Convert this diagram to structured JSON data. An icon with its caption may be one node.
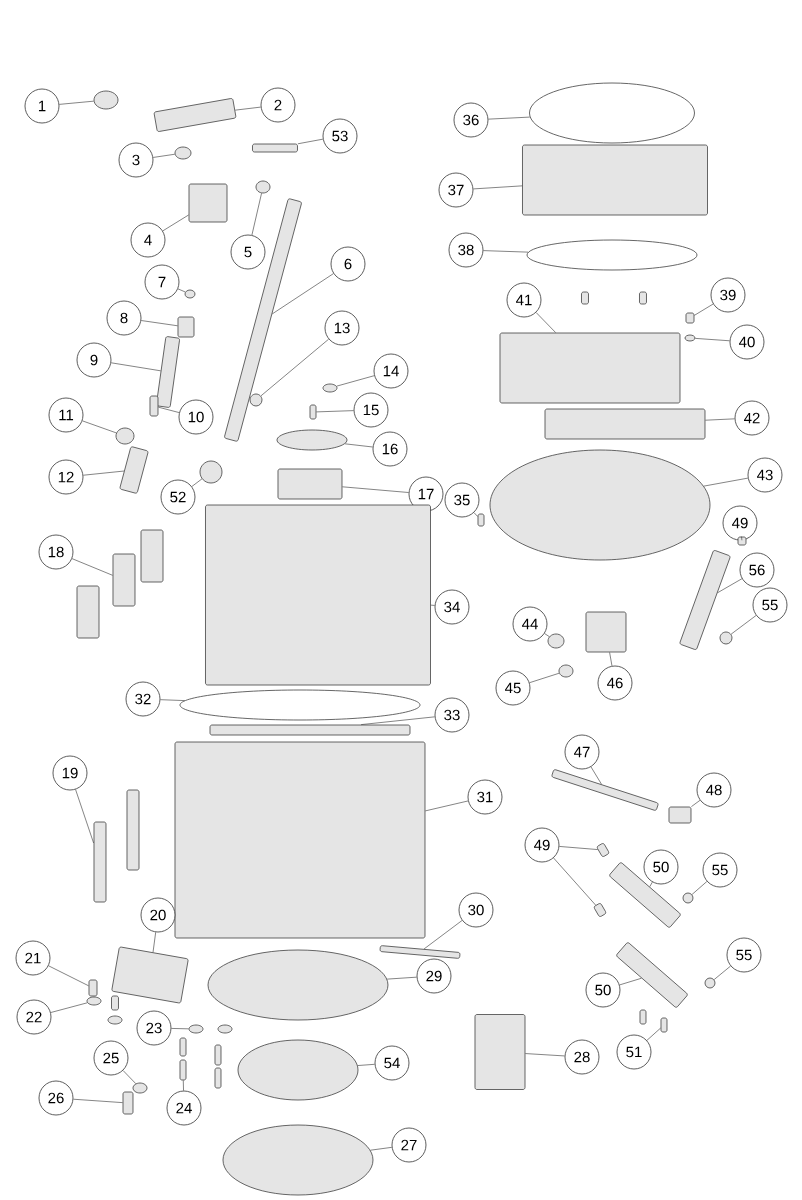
{
  "diagram": {
    "nodes": [
      {
        "text": [
          "1"
        ]
      },
      {
        "text": [],
        "shape": "circle"
      },
      {
        "text": [
          "2"
        ]
      },
      {
        "text": [],
        "shape": "box"
      },
      {
        "text": [
          "53"
        ]
      },
      {
        "text": [],
        "shape": "box"
      },
      {
        "text": [
          "3"
        ]
      },
      {
        "text": [],
        "shape": "circle"
      },
      {
        "text": [
          "4"
        ]
      },
      {
        "text": [],
        "shape": "box"
      },
      {
        "text": [
          "5"
        ]
      },
      {
        "text": [],
        "shape": "circle"
      },
      {
        "text": [
          "6"
        ]
      },
      {
        "text": [],
        "shape": "box"
      },
      {
        "text": [
          "7"
        ]
      },
      {
        "text": [],
        "shape": "circle"
      },
      {
        "text": [
          "8"
        ]
      },
      {
        "text": [],
        "shape": "box"
      },
      {
        "text": [
          "9"
        ]
      },
      {
        "text": [],
        "shape": "box"
      },
      {
        "text": [
          "10"
        ]
      },
      {
        "text": [],
        "shape": "box"
      },
      {
        "text": [
          "11"
        ]
      },
      {
        "text": [],
        "shape": "circle"
      },
      {
        "text": [
          "12"
        ]
      },
      {
        "text": [],
        "shape": "box"
      },
      {
        "text": [
          "13"
        ]
      },
      {
        "text": [],
        "shape": "circle"
      },
      {
        "text": [
          "14"
        ]
      },
      {
        "text": [],
        "shape": "circle"
      },
      {
        "text": [
          "15"
        ]
      },
      {
        "text": [],
        "shape": "box"
      },
      {
        "text": [
          "16"
        ]
      },
      {
        "text": [],
        "shape": "circle"
      },
      {
        "text": [
          "17"
        ]
      },
      {
        "text": [],
        "shape": "box"
      },
      {
        "text": [
          "52"
        ]
      },
      {
        "text": [],
        "shape": "circle"
      },
      {
        "text": [
          "18"
        ]
      },
      {
        "text": [],
        "shape": "box"
      },
      {
        "text": [
          "34"
        ]
      },
      {
        "text": [],
        "shape": "box"
      },
      {
        "text": [
          "32"
        ]
      },
      {
        "text": [],
        "shape": "circle"
      },
      {
        "text": [
          "33"
        ]
      },
      {
        "text": [],
        "shape": "box"
      },
      {
        "text": [
          "31"
        ]
      },
      {
        "text": [],
        "shape": "box"
      },
      {
        "text": [
          "19"
        ]
      },
      {
        "text": [],
        "shape": "box"
      },
      {
        "text": [
          "20"
        ]
      },
      {
        "text": [],
        "shape": "box"
      },
      {
        "text": [
          "21"
        ]
      },
      {
        "text": [],
        "shape": "box"
      },
      {
        "text": [
          "22"
        ]
      },
      {
        "text": [],
        "shape": "circle"
      },
      {
        "text": [
          "23"
        ]
      },
      {
        "text": [],
        "shape": "circle"
      },
      {
        "text": [
          "24"
        ]
      },
      {
        "text": [],
        "shape": "box"
      },
      {
        "text": [
          "25"
        ]
      },
      {
        "text": [],
        "shape": "circle"
      },
      {
        "text": [
          "26"
        ]
      },
      {
        "text": [],
        "shape": "box"
      },
      {
        "text": [
          "29"
        ]
      },
      {
        "text": [],
        "shape": "circle"
      },
      {
        "text": [
          "30"
        ]
      },
      {
        "text": [],
        "shape": "box"
      },
      {
        "text": [
          "54"
        ]
      },
      {
        "text": [],
        "shape": "circle"
      },
      {
        "text": [
          "27"
        ]
      },
      {
        "text": [],
        "shape": "circle"
      },
      {
        "text": [
          "28"
        ]
      },
      {
        "text": [],
        "shape": "box"
      },
      {
        "text": [
          "36"
        ]
      },
      {
        "text": [],
        "shape": "circle"
      },
      {
        "text": [
          "37"
        ]
      },
      {
        "text": [],
        "shape": "box"
      },
      {
        "text": [
          "38"
        ]
      },
      {
        "text": [],
        "shape": "circle"
      },
      {
        "text": [
          "39"
        ]
      },
      {
        "text": [],
        "shape": "box"
      },
      {
        "text": [
          "40"
        ]
      },
      {
        "text": [],
        "shape": "circle"
      },
      {
        "text": [
          "41"
        ]
      },
      {
        "text": [],
        "shape": "box"
      },
      {
        "text": [
          "42"
        ]
      },
      {
        "text": [],
        "shape": "box"
      },
      {
        "text": [
          "43"
        ]
      },
      {
        "text": [],
        "shape": "circle"
      },
      {
        "text": [
          "35"
        ]
      },
      {
        "text": [],
        "shape": "box"
      },
      {
        "text": [
          "49"
        ]
      },
      {
        "text": [],
        "shape": "box"
      },
      {
        "text": [
          "56"
        ]
      },
      {
        "text": [],
        "shape": "box"
      },
      {
        "text": [
          "55"
        ]
      },
      {
        "text": [],
        "shape": "circle"
      },
      {
        "text": [
          "44"
        ]
      },
      {
        "text": [],
        "shape": "circle"
      },
      {
        "text": [
          "45"
        ]
      },
      {
        "text": [],
        "shape": "circle"
      },
      {
        "text": [
          "46"
        ]
      },
      {
        "text": [],
        "shape": "box"
      },
      {
        "text": [
          "47"
        ]
      },
      {
        "text": [],
        "shape": "box"
      },
      {
        "text": [
          "48"
        ]
      },
      {
        "text": [],
        "shape": "box"
      },
      {
        "text": [
          "49"
        ]
      },
      {
        "text": [],
        "shape": "box"
      },
      {
        "text": [],
        "shape": "box"
      },
      {
        "text": [
          "50"
        ]
      },
      {
        "text": [],
        "shape": "box"
      },
      {
        "text": [
          "55"
        ]
      },
      {
        "text": [],
        "shape": "circle"
      },
      {
        "text": [
          "50"
        ]
      },
      {
        "text": [],
        "shape": "box"
      },
      {
        "text": [
          "55"
        ]
      },
      {
        "text": [],
        "shape": "circle"
      },
      {
        "text": [
          "51"
        ]
      },
      {
        "text": [],
        "shape": "box"
      }
    ],
    "edges": [
      {
        "from": 0,
        "to": 1,
        "arrow": "none"
      },
      {
        "from": 2,
        "to": 3,
        "arrow": "none"
      },
      {
        "from": 4,
        "to": 5,
        "arrow": "none"
      },
      {
        "from": 6,
        "to": 7,
        "arrow": "none"
      },
      {
        "from": 8,
        "to": 9,
        "arrow": "none"
      },
      {
        "from": 10,
        "to": 11,
        "arrow": "none"
      },
      {
        "from": 12,
        "to": 13,
        "arrow": "none"
      },
      {
        "from": 14,
        "to": 15,
        "arrow": "none"
      },
      {
        "from": 16,
        "to": 17,
        "arrow": "none"
      },
      {
        "from": 18,
        "to": 19,
        "arrow": "none"
      },
      {
        "from": 20,
        "to": 21,
        "arrow": "none"
      },
      {
        "from": 22,
        "to": 23,
        "arrow": "none"
      },
      {
        "from": 24,
        "to": 25,
        "arrow": "none"
      },
      {
        "from": 26,
        "to": 27,
        "arrow": "none"
      },
      {
        "from": 28,
        "to": 29,
        "arrow": "none"
      },
      {
        "from": 30,
        "to": 31,
        "arrow": "none"
      },
      {
        "from": 32,
        "to": 33,
        "arrow": "none"
      },
      {
        "from": 34,
        "to": 35,
        "arrow": "none"
      },
      {
        "from": 36,
        "to": 37,
        "arrow": "none"
      },
      {
        "from": 38,
        "to": 39,
        "arrow": "none"
      },
      {
        "from": 40,
        "to": 41,
        "arrow": "none"
      },
      {
        "from": 42,
        "to": 43,
        "arrow": "none"
      },
      {
        "from": 44,
        "to": 45,
        "arrow": "none"
      },
      {
        "from": 46,
        "to": 47,
        "arrow": "none"
      },
      {
        "from": 48,
        "to": 49,
        "arrow": "none"
      },
      {
        "from": 50,
        "to": 51,
        "arrow": "none"
      },
      {
        "from": 52,
        "to": 53,
        "arrow": "none"
      },
      {
        "from": 54,
        "to": 55,
        "arrow": "none"
      },
      {
        "from": 56,
        "to": 57,
        "arrow": "none"
      },
      {
        "from": 58,
        "to": 59,
        "arrow": "none"
      },
      {
        "from": 60,
        "to": 61,
        "arrow": "none"
      },
      {
        "from": 62,
        "to": 63,
        "arrow": "none"
      },
      {
        "from": 64,
        "to": 65,
        "arrow": "none"
      },
      {
        "from": 66,
        "to": 67,
        "arrow": "none"
      },
      {
        "from": 68,
        "to": 69,
        "arrow": "none"
      },
      {
        "from": 70,
        "to": 71,
        "arrow": "none"
      },
      {
        "from": 72,
        "to": 73,
        "arrow": "none"
      },
      {
        "from": 74,
        "to": 75,
        "arrow": "none"
      },
      {
        "from": 76,
        "to": 77,
        "arrow": "none"
      },
      {
        "from": 78,
        "to": 79,
        "arrow": "none"
      },
      {
        "from": 80,
        "to": 81,
        "arrow": "none"
      },
      {
        "from": 82,
        "to": 83,
        "arrow": "none"
      },
      {
        "from": 84,
        "to": 85,
        "arrow": "none"
      },
      {
        "from": 86,
        "to": 87,
        "arrow": "none"
      },
      {
        "from": 88,
        "to": 89,
        "arrow": "none"
      },
      {
        "from": 90,
        "to": 91,
        "arrow": "none"
      },
      {
        "from": 92,
        "to": 93,
        "arrow": "none"
      },
      {
        "from": 94,
        "to": 95,
        "arrow": "none"
      },
      {
        "from": 96,
        "to": 97,
        "arrow": "none"
      },
      {
        "from": 98,
        "to": 99,
        "arrow": "none"
      },
      {
        "from": 100,
        "to": 101,
        "arrow": "none"
      },
      {
        "from": 102,
        "to": 103,
        "arrow": "none"
      },
      {
        "from": 104,
        "to": 105,
        "arrow": "none"
      },
      {
        "from": 106,
        "to": 107,
        "arrow": "none"
      },
      {
        "from": 108,
        "to": 109,
        "arrow": "none"
      },
      {
        "from": 108,
        "to": 110,
        "arrow": "none"
      },
      {
        "from": 111,
        "to": 112,
        "arrow": "none"
      },
      {
        "from": 113,
        "to": 114,
        "arrow": "none"
      },
      {
        "from": 115,
        "to": 116,
        "arrow": "none"
      },
      {
        "from": 117,
        "to": 118,
        "arrow": "none"
      },
      {
        "from": 119,
        "to": 120,
        "arrow": "none"
      }
    ]
  }
}
